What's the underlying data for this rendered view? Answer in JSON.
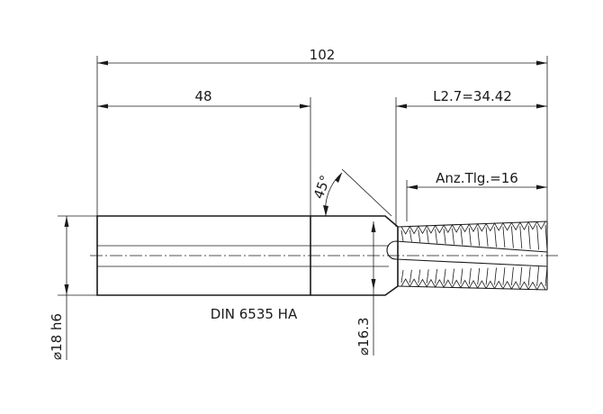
{
  "dimensions": {
    "overall_length": "102",
    "shank_length": "48",
    "thread_length": "L2.7=34.42",
    "teeth_count": "Anz.Tlg.=16",
    "chamfer_angle": "45°",
    "shank_diameter": "⌀18 h6",
    "neck_diameter": "⌀16.3"
  },
  "labels": {
    "standard": "DIN 6535 HA"
  }
}
